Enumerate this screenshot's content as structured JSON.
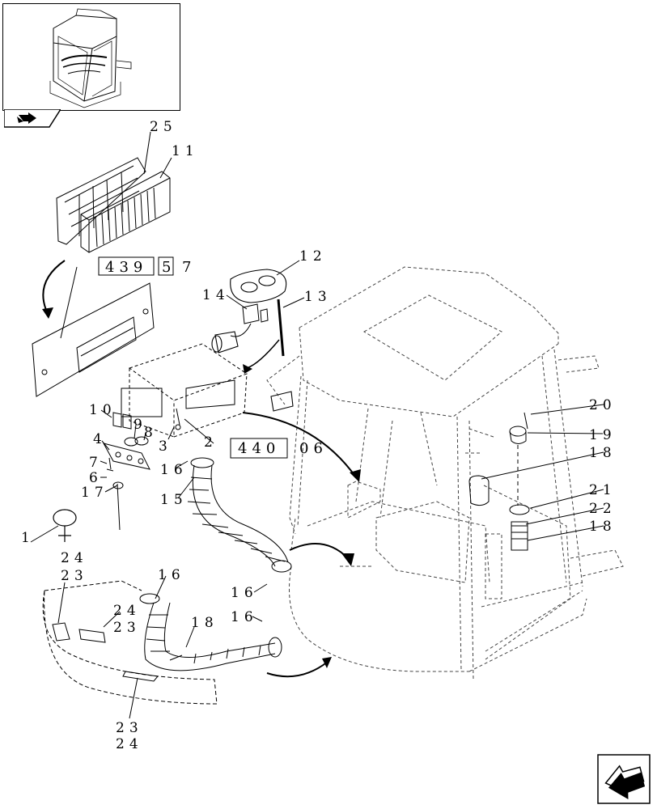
{
  "diagram": {
    "part_labels": {
      "l25": "25",
      "l11": "11",
      "l12": "12",
      "l14": "14",
      "l13": "13",
      "l10": "10",
      "l9": "9",
      "l8": "8",
      "l4": "4",
      "l3": "3",
      "l2": "2",
      "l7": "7",
      "l6": "6",
      "l17": "17",
      "l16a": "16",
      "l15": "15",
      "l1": "1",
      "l24a": "24",
      "l23a": "23",
      "l16b": "16",
      "l24b": "24",
      "l23b": "23",
      "l18a": "18",
      "l16c": "16",
      "l16d": "16",
      "l23c": "23",
      "l24c": "24",
      "l20": "20",
      "l19": "19",
      "l18b": "18",
      "l21": "21",
      "l22": "22",
      "l18c": "18"
    },
    "references": {
      "ref_439": "439",
      "ref_5": "5",
      "ref_7": "7",
      "ref_440": "440",
      "ref_06": "06"
    }
  },
  "navigation": {
    "prev_icon": "arrow-prev-icon",
    "next_icon": "arrow-next-icon"
  }
}
